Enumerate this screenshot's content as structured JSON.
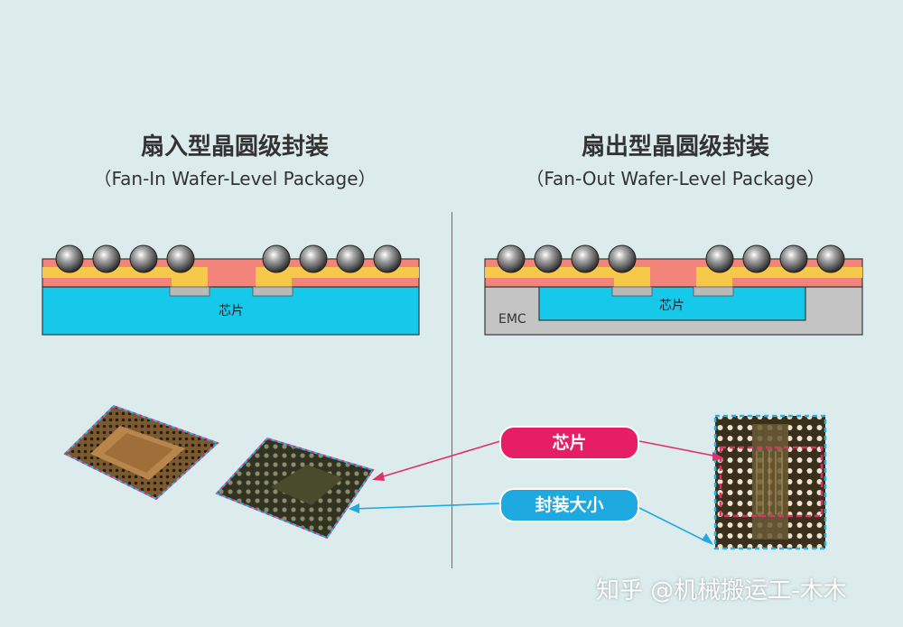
{
  "left": {
    "title": "扇入型晶圆级封装",
    "subtitle": "（Fan-In Wafer-Level Package）",
    "chip_label": "芯片"
  },
  "right": {
    "title": "扇出型晶圆级封装",
    "subtitle": "（Fan-Out Wafer-Level Package）",
    "chip_label": "芯片",
    "emc_label": "EMC"
  },
  "labels": {
    "chip": "芯片",
    "package_size": "封装大小"
  },
  "watermark": "知乎 @机械搬运工-木木",
  "colors": {
    "background": "#dcecec",
    "chip_blue": "#16c8ea",
    "redistribution_salmon": "#f2847a",
    "pad_yellow": "#f6c94a",
    "emc_gray": "#c4c4c4",
    "chip_pill": "#e61e64",
    "package_pill": "#1ea9e1"
  }
}
